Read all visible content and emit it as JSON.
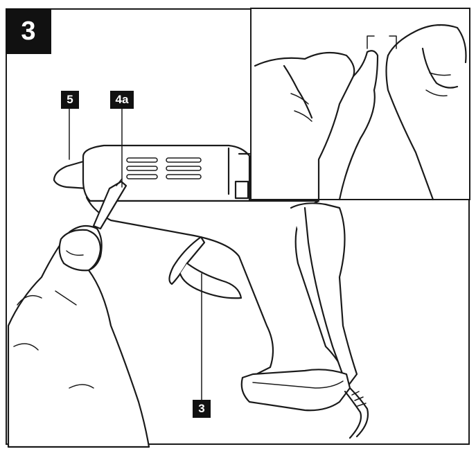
{
  "step": {
    "number": "3"
  },
  "callouts": {
    "nozzle": "5",
    "glue_stick_slot": "4a",
    "trigger": "3"
  }
}
